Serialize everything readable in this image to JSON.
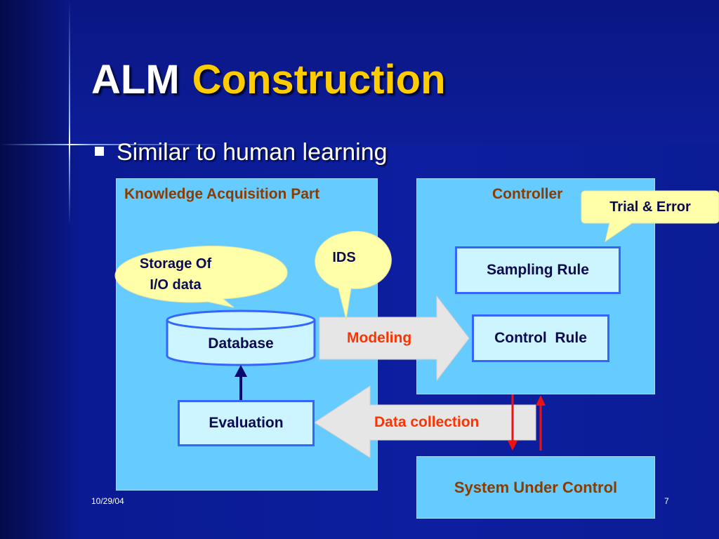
{
  "title": {
    "word1": "ALM",
    "word2": "Construction"
  },
  "bullet": {
    "text": "Similar to human learning"
  },
  "panels": {
    "knowledge": {
      "title": "Knowledge Acquisition Part"
    },
    "controller": {
      "title": "Controller"
    },
    "system": {
      "label": "System Under Control"
    }
  },
  "callouts": {
    "storage": {
      "line1": "Storage Of",
      "line2": "I/O data"
    },
    "ids": {
      "text": "IDS"
    },
    "trial": {
      "text": "Trial & Error"
    }
  },
  "blocks": {
    "database": "Database",
    "evaluation": "Evaluation",
    "sampling_rule": "Sampling Rule",
    "control_rule": "Control  Rule"
  },
  "arrows": {
    "modeling": "Modeling",
    "data_collection": "Data collection"
  },
  "footer": {
    "date": "10/29/04",
    "page": "7"
  },
  "colors": {
    "background": "#0d1f9f",
    "title_accent": "#ffcc00",
    "panel_fill": "#66ccff",
    "block_fill": "#ccf5ff",
    "block_border": "#3366ff",
    "panel_title": "#8a3b00",
    "arrow_label": "#ff3300",
    "callout_fill": "#ffffaa",
    "signal_red": "#ee1111"
  }
}
